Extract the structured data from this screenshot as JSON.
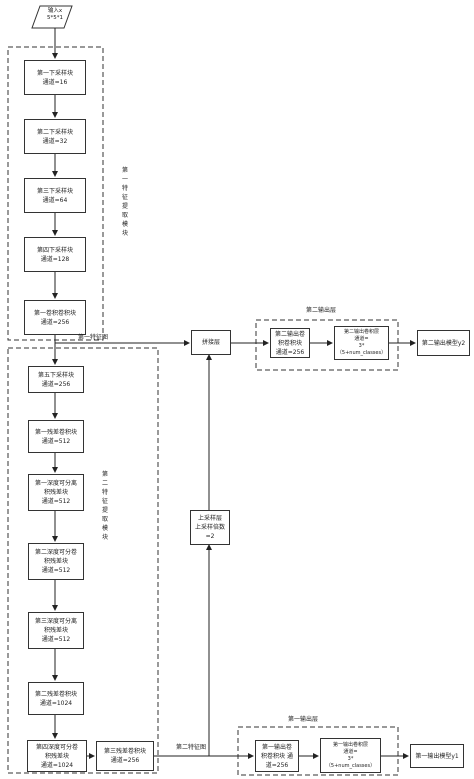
{
  "input": "输入x\n5*5*1",
  "module1": {
    "title": "第一特征提取模块",
    "blocks": [
      "第一下采样块\n通道=16",
      "第二下采样块\n通道=32",
      "第三下采样块\n通道=64",
      "第四下采样块\n通道=128",
      "第一卷积卷积块\n通道=256"
    ]
  },
  "module2": {
    "title": "第二特征提取模块",
    "blocks": [
      "第五下采样块\n通道=256",
      "第一残差卷积块\n通道=512",
      "第一深度可分离\n积残差块\n通道=512",
      "第二深度可分卷\n积残差块\n通道=512",
      "第三深度可分离\n积残差块\n通道=512",
      "第二残差卷积块\n通道=1024",
      "第四深度可分卷\n积残差块\n通道=1024"
    ],
    "conv3": "第三残差卷积块\n通道=256"
  },
  "feature1_label": "第一特征图",
  "feature2_label": "第二特征图",
  "concat": "拼接层",
  "upsample": "上采样层\n上采样倍数=2",
  "output2_layer": {
    "title": "第二输出层",
    "conv": "第二输出卷\n积卷积块\n通道=256",
    "out_conv": "第二输出卷积层\n通道=\n3*\n（5+num_classes）",
    "model": "第二输出模型y2"
  },
  "output1_layer": {
    "title": "第一输出层",
    "conv": "第一输出卷\n积卷积块 通\n道=256",
    "out_conv": "第一输出卷积层\n通道=\n3*\n（5+num_classes）",
    "model": "第一输出模型y1"
  }
}
